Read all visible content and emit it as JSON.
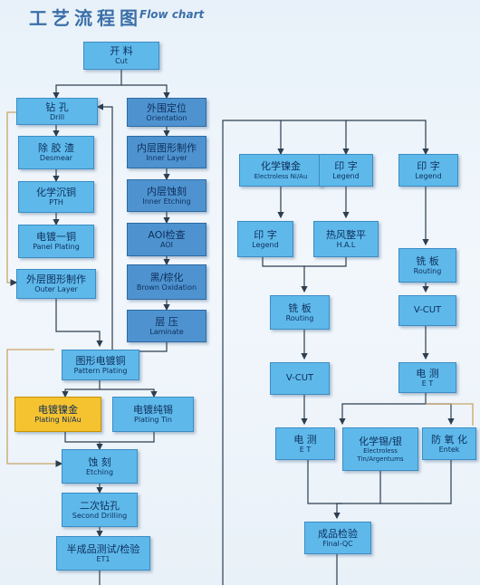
{
  "header": {
    "title_zh": "工艺流程图",
    "title_en": "Flow chart"
  },
  "nodes": {
    "cut": {
      "zh": "开  料",
      "en": "Cut"
    },
    "drill": {
      "zh": "钻  孔",
      "en": "Drill"
    },
    "desmear": {
      "zh": "除 胶 渣",
      "en": "Desmear"
    },
    "pth": {
      "zh": "化学沉铜",
      "en": "PTH"
    },
    "panel_plating": {
      "zh": "电镀一铜",
      "en": "Panel Plating"
    },
    "outer_layer": {
      "zh": "外层图形制作",
      "en": "Outer Layer"
    },
    "orientation": {
      "zh": "外围定位",
      "en": "Orientation"
    },
    "inner_layer": {
      "zh": "内层图形制作",
      "en": "Inner Layer"
    },
    "inner_etching": {
      "zh": "内层蚀刻",
      "en": "Inner Etching"
    },
    "aoi": {
      "zh": "AOI检查",
      "en": "AOI"
    },
    "brown_oxidation": {
      "zh": "黑/棕化",
      "en": "Brown Oxidation"
    },
    "laminate": {
      "zh": "层  压",
      "en": "Laminate"
    },
    "pattern_plating": {
      "zh": "图形电镀铜",
      "en": "Pattern Plating"
    },
    "plating_niau": {
      "zh": "电镀镍金",
      "en": "Plating Ni/Au"
    },
    "plating_tin": {
      "zh": "电镀纯锡",
      "en": "Plating Tin"
    },
    "etching": {
      "zh": "蚀  刻",
      "en": "Etching"
    },
    "second_drilling": {
      "zh": "二次钻孔",
      "en": "Second Drilling"
    },
    "et1": {
      "zh": "半成品测试/检验",
      "en": "ET1"
    },
    "electroless_niau": {
      "zh": "化学镍金",
      "en": "Electroless Ni/Au"
    },
    "legend_a": {
      "zh": "印  字",
      "en": "Legend"
    },
    "legend_b": {
      "zh": "印  字",
      "en": "Legend"
    },
    "legend_c": {
      "zh": "印  字",
      "en": "Legend"
    },
    "hal": {
      "zh": "热风整平",
      "en": "H.A.L"
    },
    "routing_a": {
      "zh": "铣  板",
      "en": "Routing"
    },
    "routing_b": {
      "zh": "铣  板",
      "en": "Routing"
    },
    "vcut_a": {
      "zh": "",
      "en": "V-CUT"
    },
    "vcut_b": {
      "zh": "",
      "en": "V-CUT"
    },
    "et_a": {
      "zh": "电  测",
      "en": "E T"
    },
    "et_b": {
      "zh": "电  测",
      "en": "E T"
    },
    "electroless_tin": {
      "zh": "化学锡/银",
      "en": "Electroless Tin/Argentums"
    },
    "entek": {
      "zh": "防 氧 化",
      "en": "Entek"
    },
    "final_qc": {
      "zh": "成品检验",
      "en": "Final-QC"
    }
  }
}
